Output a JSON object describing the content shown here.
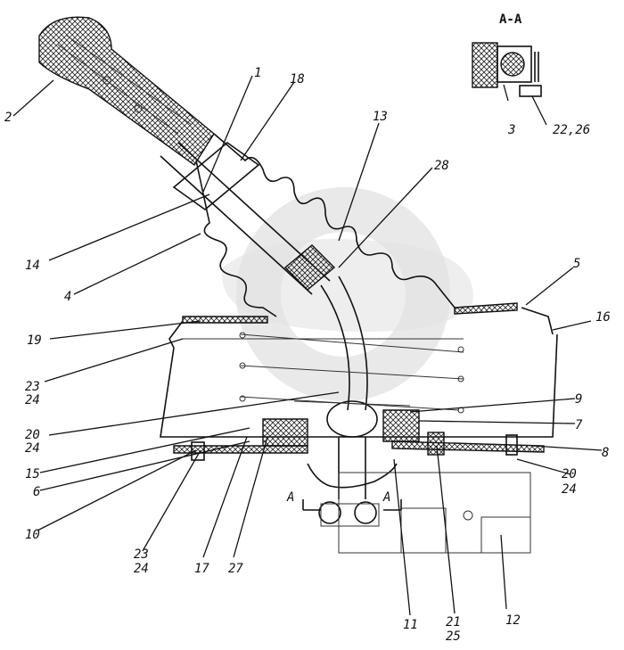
{
  "section_title": "A-A",
  "section_marks": [
    "A",
    "A"
  ],
  "labels": {
    "l1": "1",
    "l2": "2",
    "l3": "3",
    "l4": "4",
    "l5": "5",
    "l6": "6",
    "l7": "7",
    "l8": "8",
    "l9": "9",
    "l10": "10",
    "l11": "11",
    "l12": "12",
    "l13": "13",
    "l14": "14",
    "l15": "15",
    "l16": "16",
    "l17": "17",
    "l18": "18",
    "l19": "19",
    "l20a": "20",
    "l24a": "24",
    "l20b": "20",
    "l24b": "24",
    "l2126a": "22,26",
    "l21": "21",
    "l25": "25",
    "l23a": "23",
    "l24c": "24",
    "l23b": "23",
    "l24d": "24",
    "l27": "27",
    "l28": "28"
  }
}
